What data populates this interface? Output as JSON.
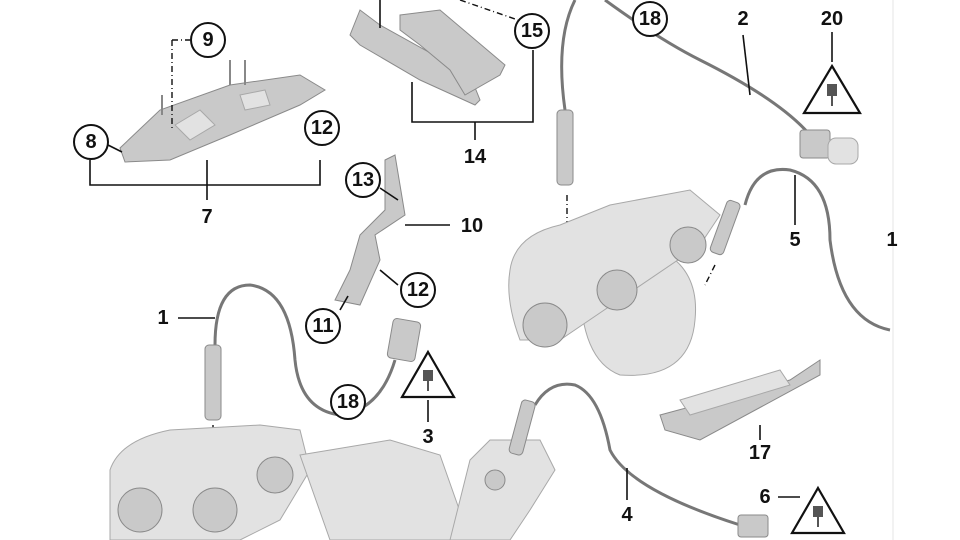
{
  "diagram": {
    "title": "Oxygen sensor / catalytic converter parts diagram",
    "callouts_plain": [
      {
        "id": "7",
        "text": "7"
      },
      {
        "id": "14",
        "text": "14"
      },
      {
        "id": "10",
        "text": "10"
      },
      {
        "id": "1",
        "text": "1"
      },
      {
        "id": "3",
        "text": "3"
      },
      {
        "id": "4",
        "text": "4"
      },
      {
        "id": "17",
        "text": "17"
      },
      {
        "id": "2",
        "text": "2"
      },
      {
        "id": "5",
        "text": "5"
      },
      {
        "id": "6",
        "text": "6"
      },
      {
        "id": "20",
        "text": "20"
      },
      {
        "id": "1b",
        "text": "1"
      }
    ],
    "callouts_circled": [
      {
        "id": "9",
        "text": "9"
      },
      {
        "id": "8",
        "text": "8"
      },
      {
        "id": "12a",
        "text": "12"
      },
      {
        "id": "15",
        "text": "15"
      },
      {
        "id": "18a",
        "text": "18"
      },
      {
        "id": "13",
        "text": "13"
      },
      {
        "id": "12b",
        "text": "12"
      },
      {
        "id": "11",
        "text": "11"
      },
      {
        "id": "18b",
        "text": "18"
      }
    ],
    "warning_icon": "electrical-plug-warning-triangle-icon",
    "colors": {
      "part": "#c9c9c9",
      "cable": "#777777",
      "ink": "#111111"
    }
  }
}
